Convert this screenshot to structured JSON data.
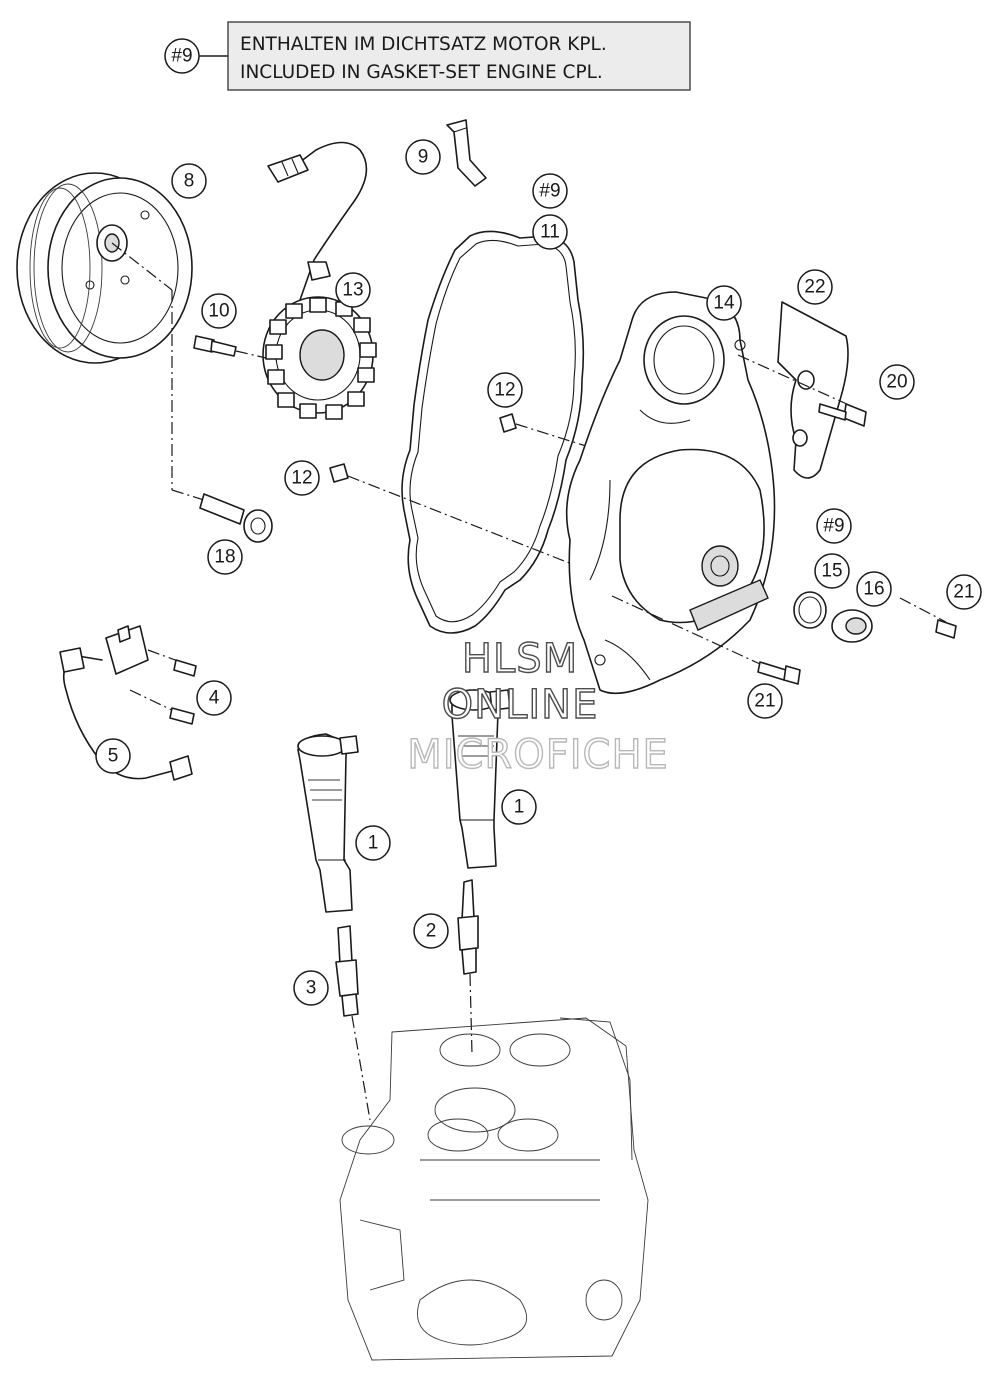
{
  "note": {
    "ref": "#9",
    "line1": "ENTHALTEN IM DICHTSATZ MOTOR KPL.",
    "line2": "INCLUDED IN GASKET-SET ENGINE CPL."
  },
  "watermark": {
    "line1": "HLSM",
    "line2": "ONLINE",
    "line3": "MICROFICHE"
  },
  "callouts": [
    {
      "id": "c8",
      "label": "8"
    },
    {
      "id": "c9",
      "label": "9"
    },
    {
      "id": "c9a",
      "label": "#9"
    },
    {
      "id": "c11",
      "label": "11"
    },
    {
      "id": "c13",
      "label": "13"
    },
    {
      "id": "c10",
      "label": "10"
    },
    {
      "id": "c14",
      "label": "14"
    },
    {
      "id": "c22",
      "label": "22"
    },
    {
      "id": "c20",
      "label": "20"
    },
    {
      "id": "c12a",
      "label": "12"
    },
    {
      "id": "c12b",
      "label": "12"
    },
    {
      "id": "c9b",
      "label": "#9"
    },
    {
      "id": "c15",
      "label": "15"
    },
    {
      "id": "c16",
      "label": "16"
    },
    {
      "id": "c21a",
      "label": "21"
    },
    {
      "id": "c18",
      "label": "18"
    },
    {
      "id": "c4",
      "label": "4"
    },
    {
      "id": "c21b",
      "label": "21"
    },
    {
      "id": "c5",
      "label": "5"
    },
    {
      "id": "c1a",
      "label": "1"
    },
    {
      "id": "c1b",
      "label": "1"
    },
    {
      "id": "c2",
      "label": "2"
    },
    {
      "id": "c3",
      "label": "3"
    }
  ],
  "colors": {
    "ink": "#1a1a1a",
    "note_fill": "#ececec",
    "watermark_dark": "#4d4d4d",
    "watermark_faint": "#b8b8b8"
  }
}
